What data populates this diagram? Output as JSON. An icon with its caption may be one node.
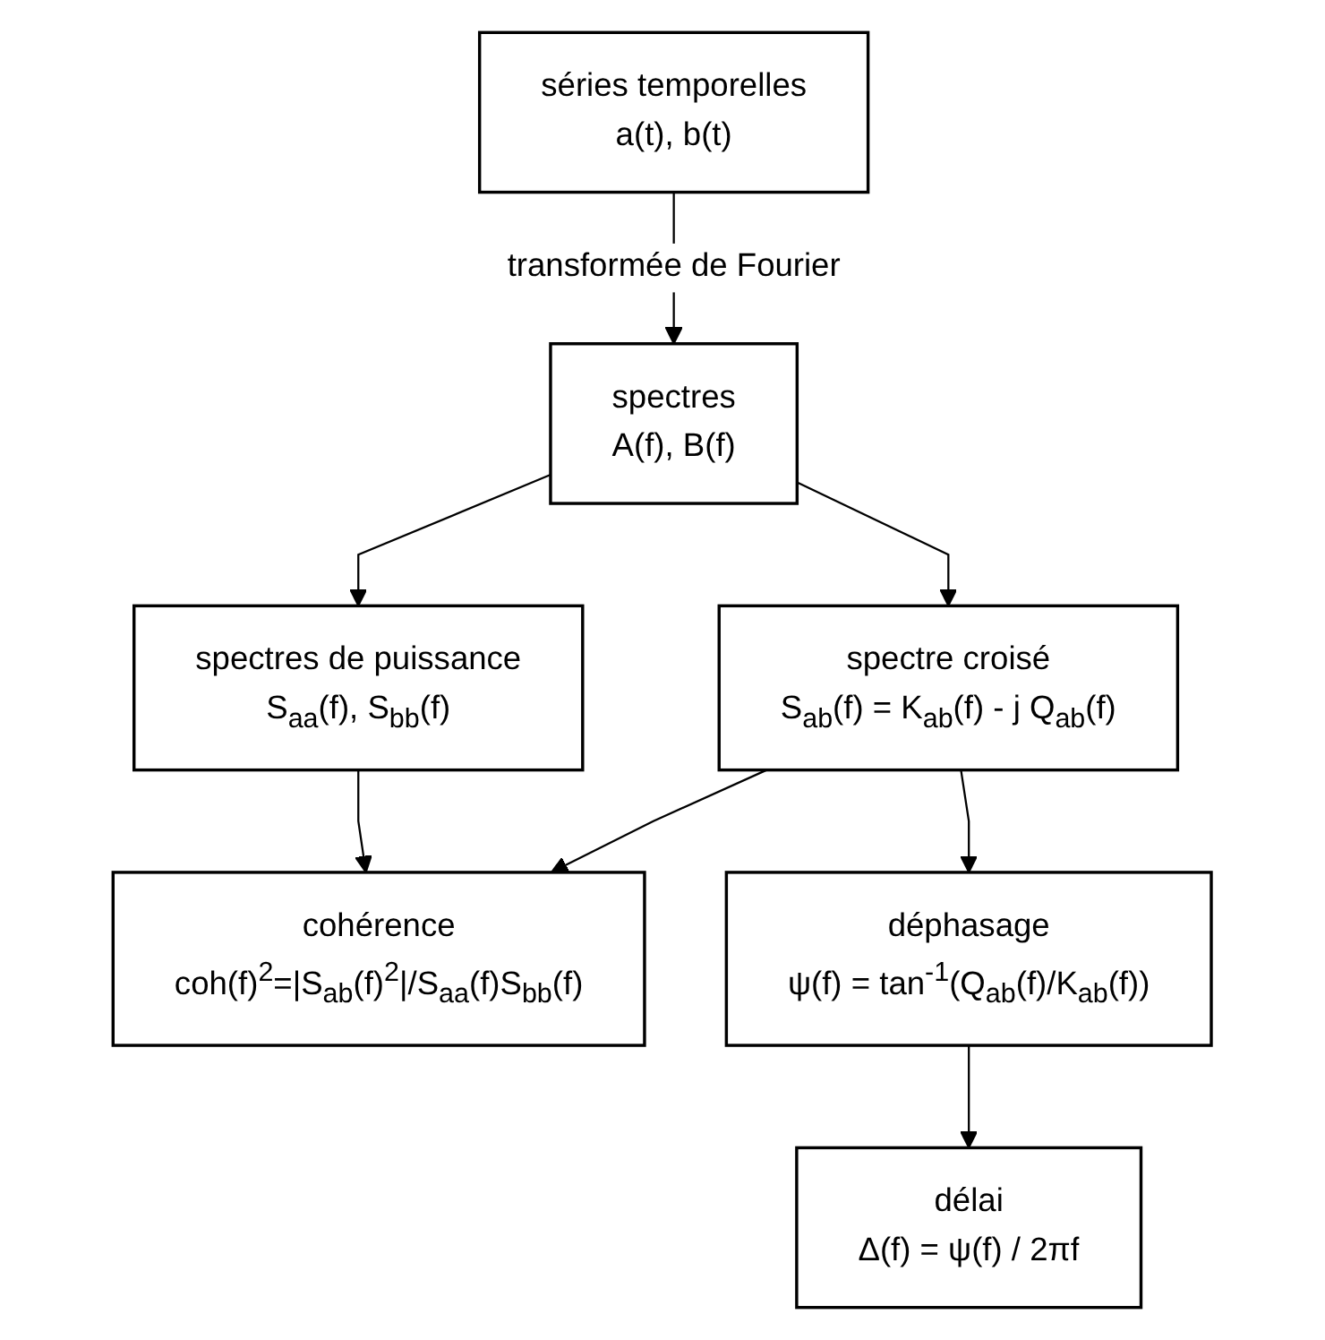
{
  "diagram": {
    "nodes": [
      {
        "text": [
          "séries temporelles",
          "a(t), b(t)"
        ]
      },
      {
        "text": [
          "spectres",
          "A(f), B(f)"
        ]
      },
      {
        "text": [
          "spectres de puissance",
          "S$_{aa}$(f), S$_{bb}$(f)"
        ]
      },
      {
        "text": [
          "spectre croisé",
          "S$_{ab}$(f) = K$_{ab}$(f) - j Q$_{ab}$(f)"
        ]
      },
      {
        "text": [
          "cohérence",
          "coh(f)$^{2}$=|S$_{ab}$(f)$^{2}$|/S$_{aa}$(f)S$_{bb}$(f)"
        ]
      },
      {
        "text": [
          "déphasage",
          "ψ(f) = tan$^{-1}$(Q$_{ab}$(f)/K$_{ab}$(f))"
        ]
      },
      {
        "text": [
          "délai",
          "Δ(f) = ψ(f) / 2πf"
        ]
      }
    ],
    "edges": [
      {
        "from": 0,
        "to": 1,
        "arrow": "to",
        "label": "transformée de Fourier"
      },
      {
        "from": 1,
        "to": 2,
        "arrow": "to"
      },
      {
        "from": 1,
        "to": 3,
        "arrow": "to"
      },
      {
        "from": 2,
        "to": 4,
        "arrow": "to"
      },
      {
        "from": 3,
        "to": 4,
        "arrow": "to"
      },
      {
        "from": 3,
        "to": 5,
        "arrow": "to"
      },
      {
        "from": 5,
        "to": 6,
        "arrow": "to"
      }
    ]
  }
}
